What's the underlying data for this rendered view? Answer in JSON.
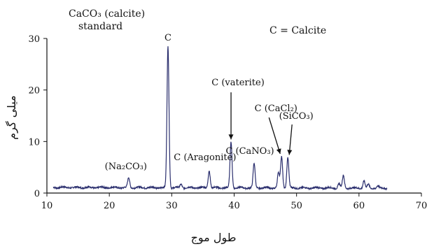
{
  "chart_data": {
    "type": "line",
    "xlabel": "طول موج",
    "ylabel": "میلی گرم",
    "xlim": [
      10,
      70
    ],
    "ylim": [
      0,
      30
    ],
    "xticks": [
      10,
      20,
      30,
      40,
      50,
      60,
      70
    ],
    "yticks": [
      0,
      10,
      20,
      30
    ],
    "grid": false,
    "line_color": "#2b2f6e",
    "annotations": {
      "standard_line1": "CaCO₃ (calcite)",
      "standard_line2": "standard",
      "legend_note": "C = Calcite"
    },
    "peaks": [
      {
        "x": 23.1,
        "y": 3.0,
        "label": "(Na₂CO₃)"
      },
      {
        "x": 29.4,
        "y": 28.5,
        "label": "C"
      },
      {
        "x": 31.5,
        "y": 1.8,
        "label": ""
      },
      {
        "x": 36.0,
        "y": 4.5,
        "label": "C (Aragonite)"
      },
      {
        "x": 39.5,
        "y": 10.0,
        "label": "C (vaterite)"
      },
      {
        "x": 43.2,
        "y": 5.8,
        "label": "C (CaNO₃)"
      },
      {
        "x": 47.1,
        "y": 4.0,
        "label": ""
      },
      {
        "x": 47.6,
        "y": 7.2,
        "label": "C (CaCl₂)"
      },
      {
        "x": 48.6,
        "y": 7.0,
        "label": "(SiCO₃)"
      },
      {
        "x": 56.8,
        "y": 2.0,
        "label": ""
      },
      {
        "x": 57.5,
        "y": 3.5,
        "label": ""
      },
      {
        "x": 60.8,
        "y": 2.5,
        "label": ""
      },
      {
        "x": 61.5,
        "y": 1.8,
        "label": ""
      },
      {
        "x": 63.0,
        "y": 1.5,
        "label": ""
      }
    ],
    "x_range_data": [
      11,
      64.5
    ],
    "baseline": 1.1
  }
}
